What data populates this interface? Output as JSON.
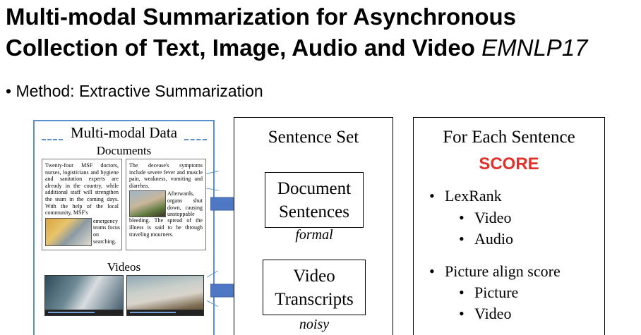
{
  "title": {
    "line1": "Multi-modal Summarization for Asynchronous",
    "line2_main": "Collection of Text, Image, Audio and Video",
    "line2_venue": "EMNLP17"
  },
  "bullet": "• Method: Extractive Summarization",
  "data_panel": {
    "title": "Multi-modal Data",
    "documents_label": "Documents",
    "doc1_text": "Twenty-four MSF doctors, nurses, logisticians and hygiene and sanitation experts are already in the country, while additional staff will strengthen the team in the coming days. With the help of the local community, MSF's",
    "doc1_text2": "emergency teams focus on searching.",
    "doc2_text": "The decease's symptoms include severe fever and muscle pain, weakness, vomiting and diarrhea.",
    "doc2_text2": "Afterwards, organs shut down, causing unstoppable",
    "doc2_text3": "bleeding. The spread of the illness is said to be through traveling mourners.",
    "videos_label": "Videos"
  },
  "sentence_set": {
    "title": "Sentence Set",
    "doc_sentences_line1": "Document",
    "doc_sentences_line2": "Sentences",
    "doc_caption": "formal",
    "video_line1": "Video",
    "video_line2": "Transcripts",
    "video_caption": "noisy"
  },
  "each_sentence": {
    "title": "For Each Sentence",
    "score": "SCORE",
    "items": [
      "LexRank",
      "Video",
      "Audio",
      "Picture align score",
      "Picture",
      "Video"
    ],
    "bullet": "•"
  },
  "colors": {
    "accent_blue": "#4f78c4",
    "score_red": "#e0322b",
    "panel_border": "#5a8fc9"
  }
}
